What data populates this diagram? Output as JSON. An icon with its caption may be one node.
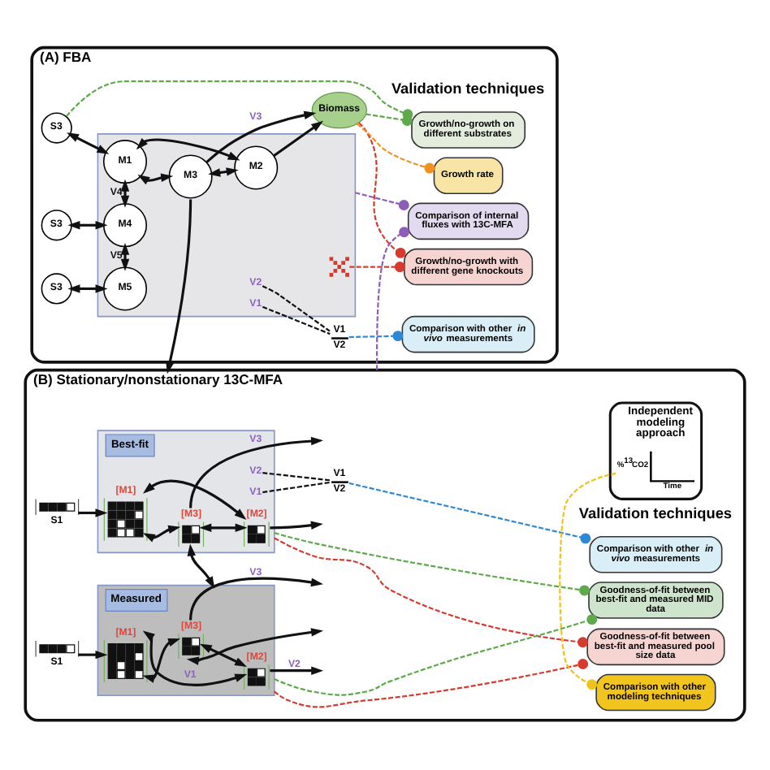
{
  "diagram": {
    "nodes": [
      {
        "text": [
          "(A) FBA"
        ]
      },
      {
        "text": [],
        "shape": "box",
        "in": 0
      },
      {
        "text": [
          "S3"
        ],
        "in": 0
      },
      {
        "text": [
          "S3"
        ],
        "in": 0
      },
      {
        "text": [
          "S3"
        ],
        "in": 0
      },
      {
        "text": [
          "M1"
        ],
        "in": 1
      },
      {
        "text": [
          "M2"
        ],
        "in": 1
      },
      {
        "text": [
          "M3"
        ],
        "in": 1
      },
      {
        "text": [
          "M4"
        ],
        "in": 1
      },
      {
        "text": [
          "M5"
        ],
        "in": 1
      },
      {
        "text": [
          "V1"
        ],
        "in": 1
      },
      {
        "text": [
          "V2"
        ],
        "in": 1
      },
      {
        "text": [
          "Biomass"
        ],
        "in": 0
      },
      {
        "text": [
          "V1",
          "V2"
        ],
        "in": 0
      },
      {
        "text": [],
        "shape": "cross",
        "in": 1
      },
      {
        "text": [
          "Growth/no-growth on different substrates"
        ],
        "in": 0
      },
      {
        "text": [
          "Growth/no-growth with different gene knockouts"
        ],
        "in": 0
      },
      {
        "text": [
          "Growth rate"
        ],
        "in": 0
      },
      {
        "text": [
          "Comparison with other *in vivo* measurements"
        ],
        "in": 0
      },
      {
        "text": [
          "Comparison of internal fluxes with 13C-MFA"
        ],
        "in": 0
      },
      {
        "text": [
          "(B) Stationary/nonstationary 13C-MFA"
        ]
      },
      {
        "text": [
          "Best-fit"
        ],
        "in": 20
      },
      {
        "text": [
          "[M1]"
        ],
        "in": 21
      },
      {
        "text": [
          "[M2]"
        ],
        "in": 21
      },
      {
        "text": [
          "[M3]"
        ],
        "in": 21
      },
      {
        "text": [
          "V1"
        ],
        "in": 21
      },
      {
        "text": [
          "V2"
        ],
        "in": 21
      },
      {
        "text": [
          "S1"
        ],
        "in": 20
      },
      {
        "text": [
          "V1",
          "V2"
        ],
        "in": 20
      },
      {
        "text": [
          "Measured"
        ],
        "in": 20
      },
      {
        "text": [
          "[M1]"
        ],
        "in": 29
      },
      {
        "text": [
          "[M2]"
        ],
        "in": 29
      },
      {
        "text": [
          "[M3]"
        ],
        "in": 29
      },
      {
        "text": [
          "S1"
        ],
        "in": 20
      },
      {
        "text": [
          "Comparison with other *in vivo* measurements"
        ],
        "in": 20
      },
      {
        "text": [
          "Goodness-of-fit between best-fit and measured MID data"
        ],
        "in": 20
      },
      {
        "text": [
          "Goodness-of-fit between best-fit and measured pool size data"
        ],
        "in": 20
      },
      {
        "text": [
          "Comparison with other modeling techniques"
        ],
        "in": 20
      },
      {
        "text": [
          "Independent modeling approach"
        ],
        "in": 20
      },
      {
        "text": [
          "%$^{13}$CO2",
          "Time"
        ],
        "in": 38
      }
    ],
    "edges": [
      {
        "from": 2,
        "to": 5,
        "arrow": "both"
      },
      {
        "from": 3,
        "to": 8,
        "arrow": "both"
      },
      {
        "from": 4,
        "to": 9,
        "arrow": "both"
      },
      {
        "from": 5,
        "to": 8,
        "arrow": "both",
        "label": "V4"
      },
      {
        "from": 8,
        "to": 9,
        "arrow": "both",
        "label": "V5"
      },
      {
        "from": 5,
        "to": 6,
        "arrow": "both"
      },
      {
        "from": 5,
        "to": 7,
        "arrow": "both"
      },
      {
        "from": 7,
        "to": 6,
        "arrow": "both"
      },
      {
        "from": 6,
        "to": 12,
        "arrow": "to"
      },
      {
        "from": 7,
        "to": 12,
        "arrow": "to",
        "label": "V3"
      },
      {
        "from": 7,
        "to": 20,
        "arrow": "to"
      },
      {
        "from": 10,
        "to": 13,
        "arrow": "none",
        "style": "dashed"
      },
      {
        "from": 11,
        "to": 13,
        "arrow": "none",
        "style": "dashed"
      },
      {
        "from": 2,
        "to": 15,
        "arrow": "other",
        "style": "dashed",
        "color": "#5ea94b"
      },
      {
        "from": 12,
        "to": 15,
        "arrow": "other",
        "style": "dashed",
        "color": "#5ea94b"
      },
      {
        "from": 14,
        "to": 16,
        "arrow": "other",
        "style": "dashed",
        "color": "#d63b30"
      },
      {
        "from": 12,
        "to": 16,
        "arrow": "other",
        "style": "dashed",
        "color": "#d63b30"
      },
      {
        "from": 12,
        "to": 17,
        "arrow": "other",
        "style": "dashed",
        "color": "#ef9224"
      },
      {
        "from": 13,
        "to": 18,
        "arrow": "other",
        "style": "dashed",
        "color": "#2f88d6"
      },
      {
        "from": 1,
        "to": 19,
        "arrow": "other",
        "style": "dashed",
        "color": "#8d5db8"
      },
      {
        "from": 20,
        "to": 19,
        "arrow": "other",
        "style": "dashed",
        "color": "#8d5db8"
      },
      {
        "from": 22,
        "to": 23,
        "arrow": "both"
      },
      {
        "from": 22,
        "to": 24,
        "arrow": "both"
      },
      {
        "from": 24,
        "to": 23,
        "arrow": "both"
      },
      {
        "from": 23,
        "to": null,
        "arrow": "to"
      },
      {
        "from": 24,
        "to": null,
        "arrow": "to",
        "label": "V3"
      },
      {
        "from": 27,
        "to": 22,
        "arrow": "to"
      },
      {
        "from": 25,
        "to": 28,
        "arrow": "none",
        "style": "dashed"
      },
      {
        "from": 26,
        "to": 28,
        "arrow": "none",
        "style": "dashed"
      },
      {
        "from": 24,
        "to": 29,
        "arrow": "both"
      },
      {
        "from": 30,
        "to": 31,
        "arrow": "both",
        "label": "V1"
      },
      {
        "from": 30,
        "to": 32,
        "arrow": "both"
      },
      {
        "from": 32,
        "to": 31,
        "arrow": "both"
      },
      {
        "from": 31,
        "to": null,
        "arrow": "to",
        "label": "V2"
      },
      {
        "from": 32,
        "to": null,
        "arrow": "to",
        "label": "V3"
      },
      {
        "from": 33,
        "to": 30,
        "arrow": "to"
      },
      {
        "from": 32,
        "to": null,
        "arrow": "both"
      },
      {
        "from": 28,
        "to": 34,
        "arrow": "other",
        "style": "dashed",
        "color": "#2f88d6"
      },
      {
        "from": 21,
        "to": 35,
        "arrow": "other",
        "style": "dashed",
        "color": "#5ea94b"
      },
      {
        "from": 29,
        "to": 35,
        "arrow": "other",
        "style": "dashed",
        "color": "#5ea94b"
      },
      {
        "from": 21,
        "to": 36,
        "arrow": "other",
        "style": "dashed",
        "color": "#d63b30"
      },
      {
        "from": 29,
        "to": 36,
        "arrow": "other",
        "style": "dashed",
        "color": "#d63b30"
      },
      {
        "from": 39,
        "to": 37,
        "arrow": "other",
        "style": "dashed",
        "color": "#f0c31c"
      }
    ],
    "labels": [
      "Validation techniques",
      "Validation techniques"
    ]
  }
}
